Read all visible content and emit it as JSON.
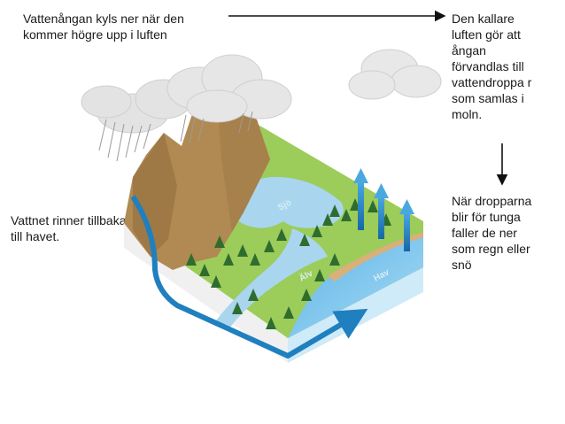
{
  "texts": {
    "top_left": "Vattenångan kyls ner när den kommer högre upp i luften",
    "top_right": "Den kallare luften gör att ångan förvandlas till vattendroppa r som samlas i moln.",
    "mid_right": "När dropparna blir för tunga faller de ner som regn eller snö",
    "mid_left": "Vattnet rinner tillbaka till havet."
  },
  "map_labels": {
    "lake": "Sjö",
    "river": "Älv",
    "sea": "Hav"
  },
  "colors": {
    "arrow_blue": "#1f7fbf",
    "water": "#a9d6ee",
    "grass": "#9ccc5a",
    "mountain": "#b08a52",
    "cloud": "#e6e6e6"
  }
}
